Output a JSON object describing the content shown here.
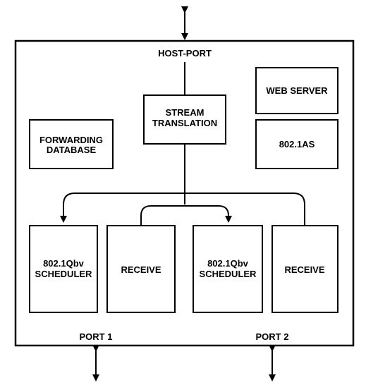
{
  "diagram": {
    "host_port": "HOST-PORT",
    "blocks": {
      "web_server": "WEB SERVER",
      "stream_translation": [
        "STREAM",
        "TRANSLATION"
      ],
      "ieee_802_1as": "802.1AS",
      "forwarding_database": [
        "FORWARDING",
        "DATABASE"
      ],
      "scheduler_1": [
        "802.1Qbv",
        "SCHEDULER"
      ],
      "receive_1": "RECEIVE",
      "scheduler_2": [
        "802.1Qbv",
        "SCHEDULER"
      ],
      "receive_2": "RECEIVE"
    },
    "ports": {
      "port_1": "PORT 1",
      "port_2": "PORT 2"
    }
  }
}
